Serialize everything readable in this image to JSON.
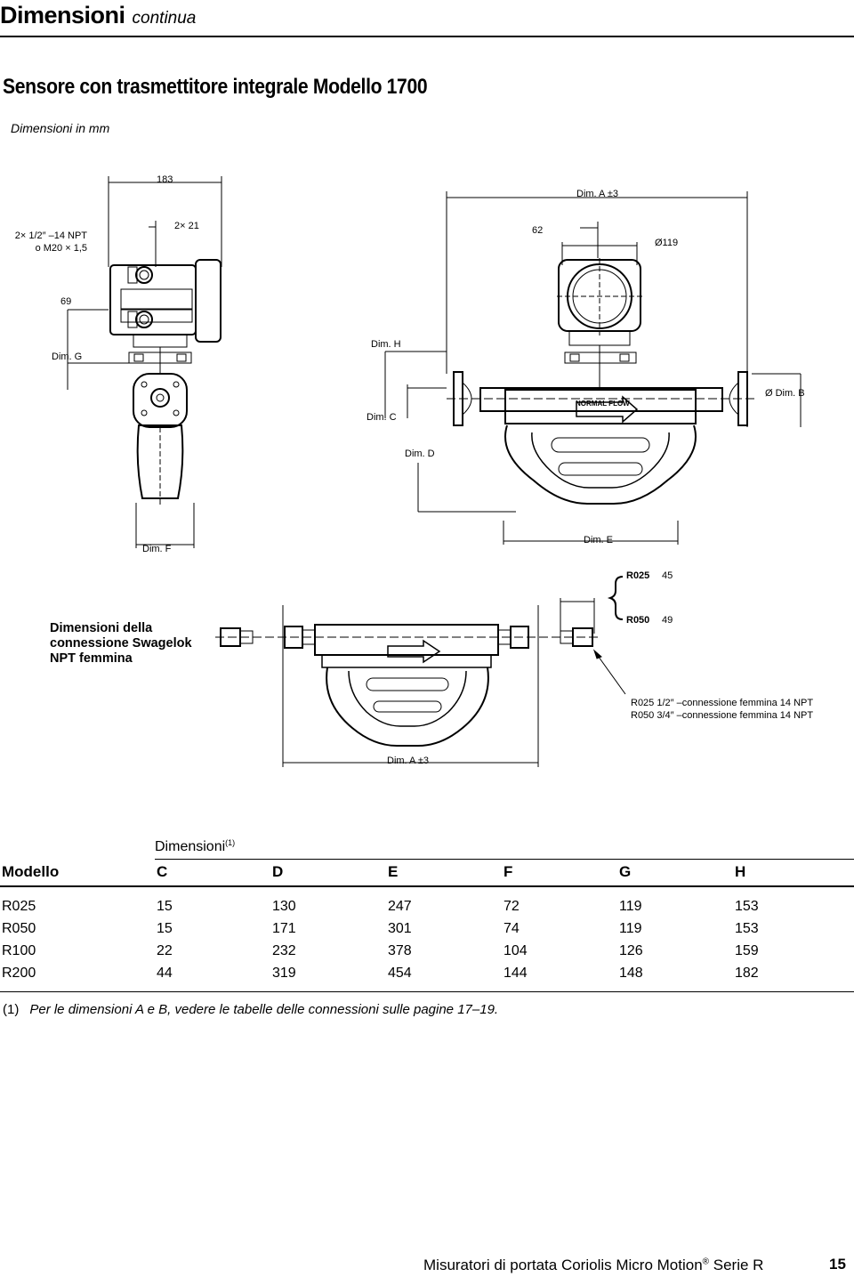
{
  "header": {
    "title": "Dimensioni",
    "continued": "continua"
  },
  "section": {
    "title": "Sensore con trasmettitore integrale Modello 1700",
    "units": "Dimensioni in mm"
  },
  "drawing": {
    "dim_183": "183",
    "dim_a_top": "Dim. A ±3",
    "conduit_line1": "2× 1/2″ –14 NPT",
    "conduit_line2": "o M20 × 1,5",
    "dim_2x21": "2× 21",
    "dim_62": "62",
    "dim_119": "Ø119",
    "dim_69": "69",
    "dim_g": "Dim. G",
    "dim_h": "Dim. H",
    "dim_c": "Dim. C",
    "dim_b": "Ø Dim. B",
    "dim_d": "Dim. D",
    "dim_f": "Dim. F",
    "dim_e": "Dim. E",
    "flow_label": "NORMAL  FLOW",
    "r025": "R025",
    "r025_val": "45",
    "r050": "R050",
    "r050_val": "49",
    "swagelok_line1": "Dimensioni della",
    "swagelok_line2": "connessione Swagelok",
    "swagelok_line3": "NPT femmina",
    "conn_note1": "R025 1/2″ –connessione femmina 14 NPT",
    "conn_note2": "R050 3/4″ –connessione femmina 14 NPT",
    "dim_a_bottom": "Dim. A ±3"
  },
  "table": {
    "group_header": "Dimensioni",
    "group_note": "(1)",
    "columns": [
      "Modello",
      "C",
      "D",
      "E",
      "F",
      "G",
      "H"
    ],
    "rows": [
      [
        "R025",
        "15",
        "130",
        "247",
        "72",
        "119",
        "153"
      ],
      [
        "R050",
        "15",
        "171",
        "301",
        "74",
        "119",
        "153"
      ],
      [
        "R100",
        "22",
        "232",
        "378",
        "104",
        "126",
        "159"
      ],
      [
        "R200",
        "44",
        "319",
        "454",
        "144",
        "148",
        "182"
      ]
    ]
  },
  "footnote": {
    "number": "(1)",
    "text": "Per le dimensioni A e B, vedere le tabelle delle connessioni sulle pagine 17–19."
  },
  "footer": {
    "product": "Misuratori di portata Coriolis Micro Motion",
    "registered": "®",
    "series": "Serie R",
    "page": "15"
  }
}
